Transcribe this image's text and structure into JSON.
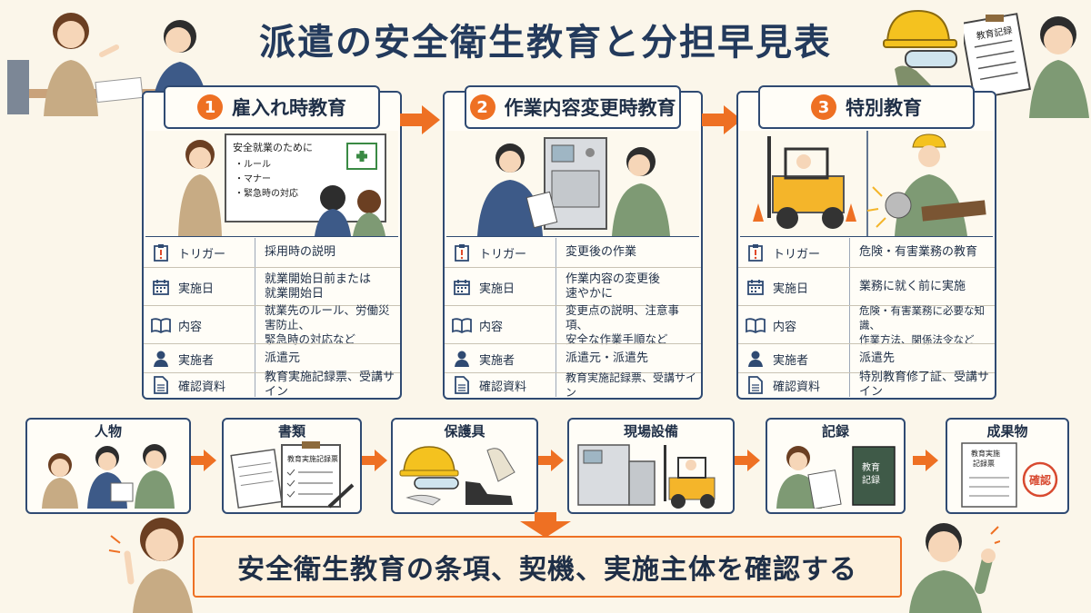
{
  "title": "派遣の安全衛生教育と分担早見表",
  "colors": {
    "accent": "#ee7023",
    "navy": "#2f4a72",
    "background": "#fbf6ea"
  },
  "panels": [
    {
      "number": "1",
      "title": "雇入れ時教育",
      "board_text": [
        "安全就業のために",
        "・ルール",
        "・マナー",
        "・緊急時の対応"
      ],
      "rows": [
        {
          "icon": "trigger-icon",
          "label": "トリガー",
          "value": "採用時の説明"
        },
        {
          "icon": "calendar-icon",
          "label": "実施日",
          "value": "就業開始日前または\n就業開始日"
        },
        {
          "icon": "book-icon",
          "label": "内容",
          "value": "就業先のルール、労働災害防止、\n緊急時の対応など"
        },
        {
          "icon": "person-icon",
          "label": "実施者",
          "value": "派遣元"
        },
        {
          "icon": "document-icon",
          "label": "確認資料",
          "value": "教育実施記録票、受講サイン"
        }
      ]
    },
    {
      "number": "2",
      "title": "作業内容変更時教育",
      "rows": [
        {
          "icon": "trigger-icon",
          "label": "トリガー",
          "value": "変更後の作業"
        },
        {
          "icon": "calendar-icon",
          "label": "実施日",
          "value": "作業内容の変更後\n速やかに"
        },
        {
          "icon": "book-icon",
          "label": "内容",
          "value": "変更点の説明、注意事項、\n安全な作業手順など"
        },
        {
          "icon": "person-icon",
          "label": "実施者",
          "value": "派遣元・派遣先"
        },
        {
          "icon": "document-icon",
          "label": "確認資料",
          "value": "教育実施記録票、受講サイン"
        }
      ]
    },
    {
      "number": "3",
      "title": "特別教育",
      "rows": [
        {
          "icon": "trigger-icon",
          "label": "トリガー",
          "value": "危険・有害業務の教育"
        },
        {
          "icon": "calendar-icon",
          "label": "実施日",
          "value": "業務に就く前に実施"
        },
        {
          "icon": "book-icon",
          "label": "内容",
          "value": "危険・有害業務に必要な知識、\n作業方法、関係法令など"
        },
        {
          "icon": "person-icon",
          "label": "実施者",
          "value": "派遣先"
        },
        {
          "icon": "document-icon",
          "label": "確認資料",
          "value": "特別教育修了証、受講サイン"
        }
      ]
    }
  ],
  "flow": [
    {
      "label": "人物"
    },
    {
      "label": "書類",
      "doc_title": "教育実施記録票"
    },
    {
      "label": "保護具"
    },
    {
      "label": "現場設備"
    },
    {
      "label": "記録",
      "book_title": "教育\n記録"
    },
    {
      "label": "成果物",
      "doc_title": "教育実施\n記録票",
      "stamp": "確認"
    }
  ],
  "clipboard_title": "教育記録",
  "banner": "安全衛生教育の条項、契機、実施主体を確認する"
}
